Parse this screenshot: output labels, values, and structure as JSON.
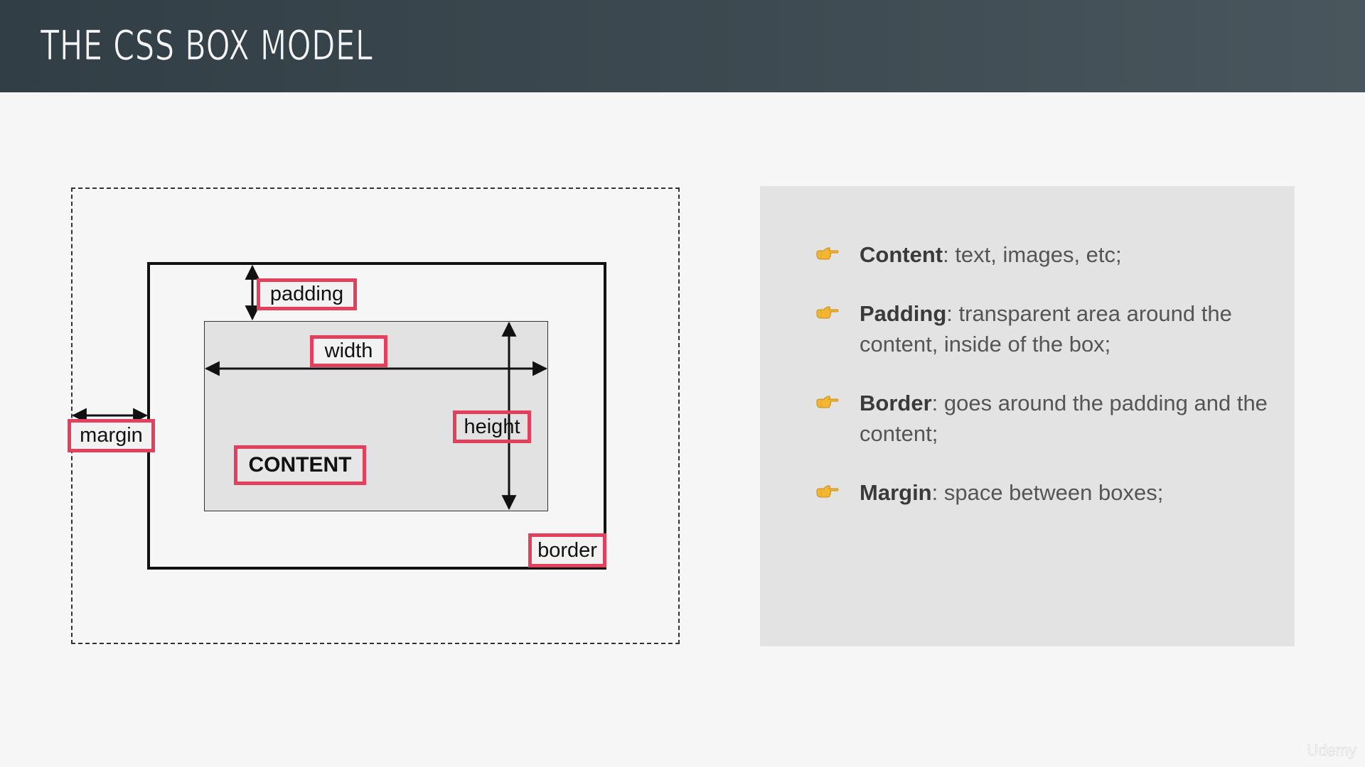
{
  "header": {
    "title": "The CSS Box Model"
  },
  "diagram": {
    "labels": {
      "padding": "padding",
      "width": "width",
      "height": "height",
      "margin": "margin",
      "content": "CONTENT",
      "border": "border"
    },
    "colors": {
      "label_outline": "#e2405c",
      "content_fill": "#e2e2e2",
      "lines": "#111111"
    }
  },
  "panel": {
    "bullet_icon": "pointing-hand-icon",
    "items": [
      {
        "term": "Content",
        "text": ": text, images, etc;"
      },
      {
        "term": "Padding",
        "text": ": transparent area around the content, inside of the box;"
      },
      {
        "term": "Border",
        "text": ": goes around the padding and the content;"
      },
      {
        "term": "Margin",
        "text": ": space between boxes;"
      }
    ]
  },
  "watermark": "Udemy"
}
